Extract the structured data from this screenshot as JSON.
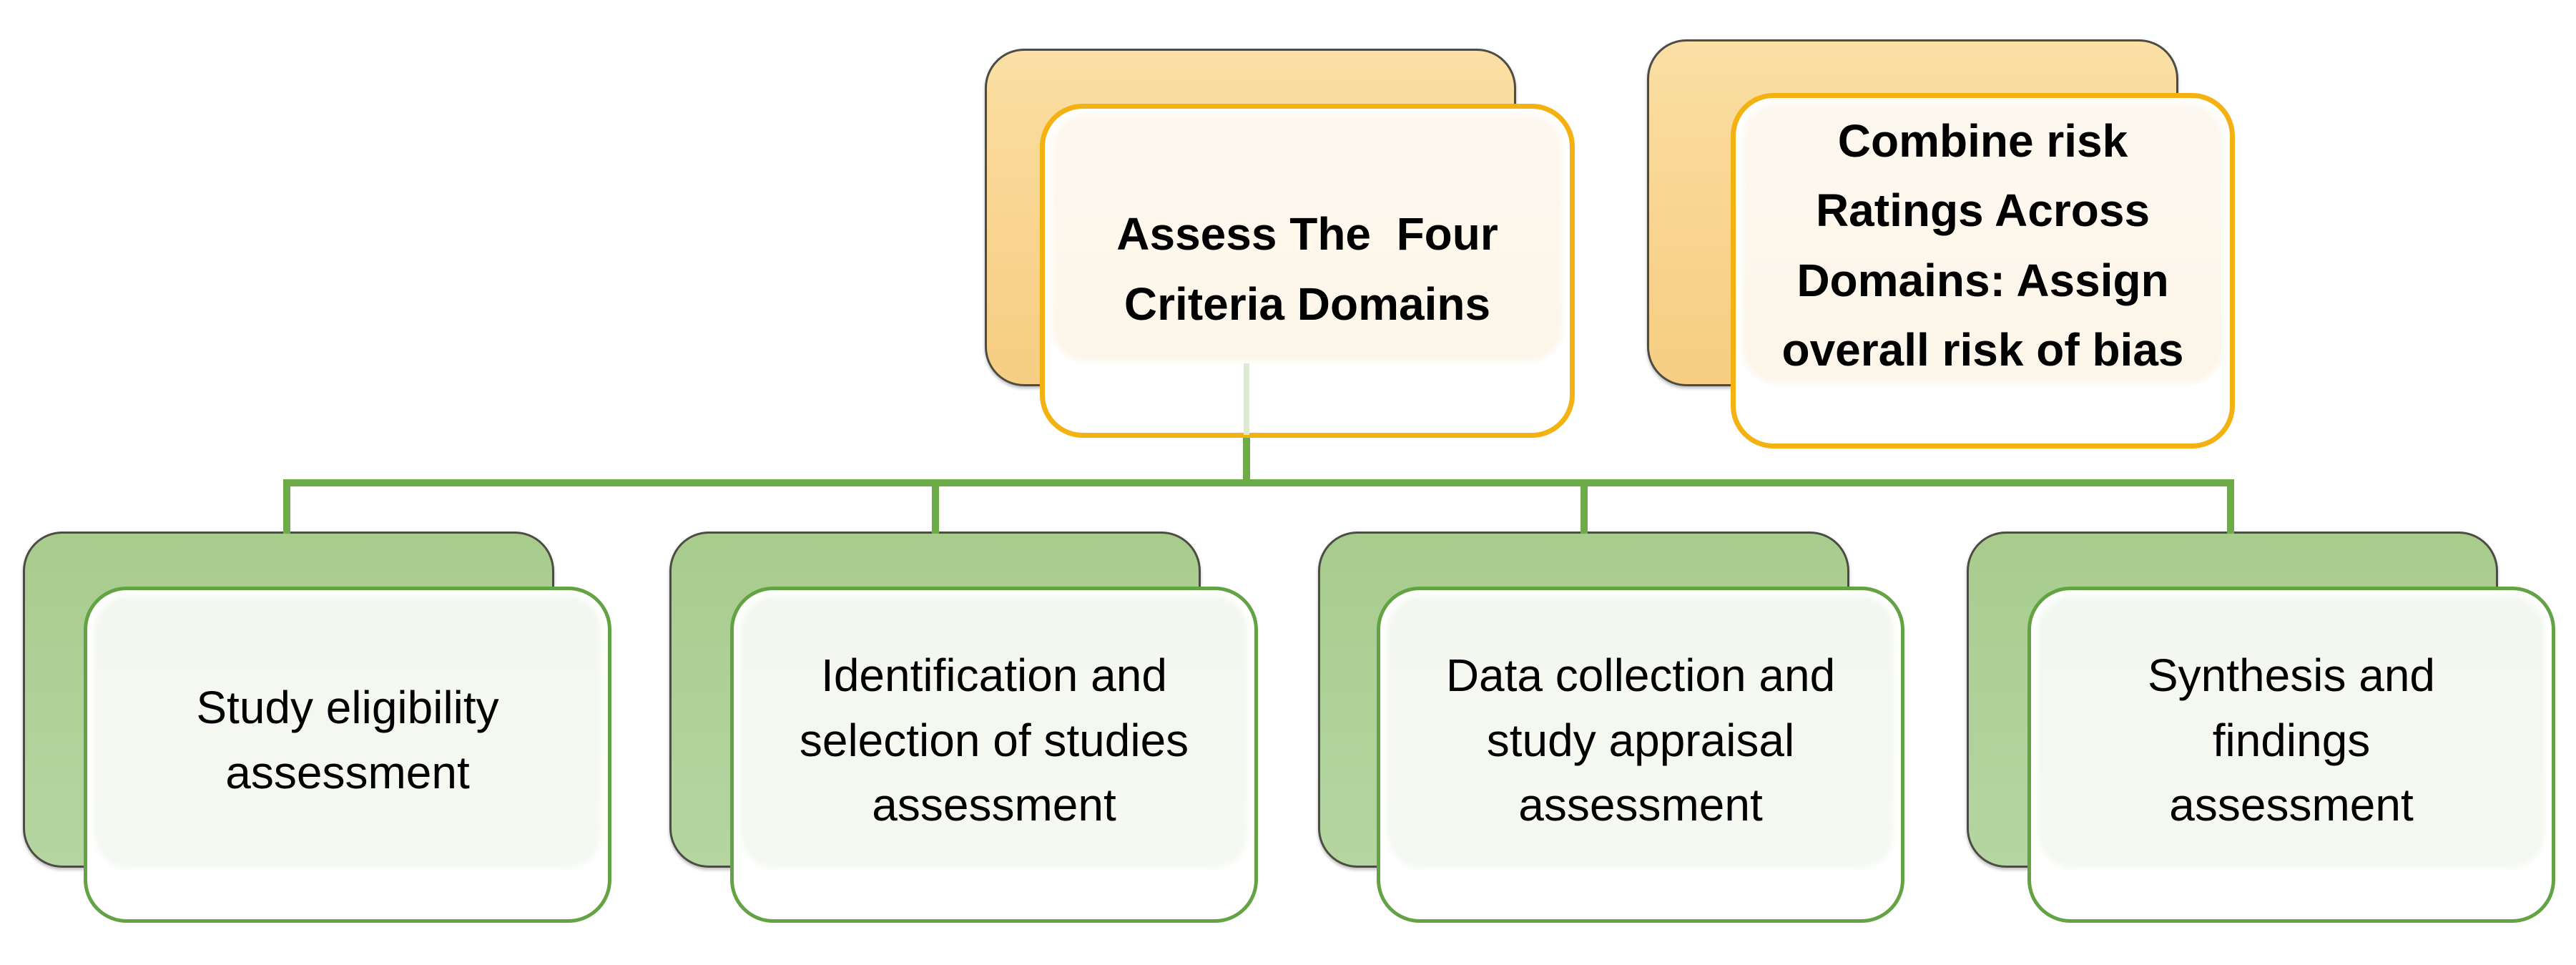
{
  "diagram": {
    "type": "flowchart",
    "background": "#ffffff",
    "palette": {
      "orange_card_fill_top": "#fbdfa5",
      "orange_card_fill_bottom": "#f6cd83",
      "orange_card_border": "#f3b211",
      "green_card_fill_top": "#a8cc8c",
      "green_card_fill_bottom": "#b5d5a1",
      "green_card_border": "#63a344",
      "connector_green": "#6dab49",
      "back_card_outline": "#4c4c44",
      "front_card_cream_fill": "#fdf8ef",
      "front_card_lightgreen_fill": "#f3f7f0",
      "text_color": "#000000"
    }
  },
  "flow": {
    "top_nodes": [
      {
        "id": "assess-domains",
        "label": "Assess The  Four\nCriteria Domains"
      },
      {
        "id": "combine-ratings",
        "label": "Combine risk\nRatings Across\nDomains: Assign\noverall risk of bias"
      }
    ],
    "child_nodes": [
      {
        "id": "study-eligibility",
        "label": "Study eligibility\nassessment"
      },
      {
        "id": "identification-selection",
        "label": "Identification and\nselection of studies\nassessment"
      },
      {
        "id": "data-collection-appraisal",
        "label": "Data collection and\nstudy appraisal\nassessment"
      },
      {
        "id": "synthesis-findings",
        "label": "Synthesis and\nfindings\nassessment"
      }
    ],
    "edges": [
      {
        "from": "assess-domains",
        "to": "study-eligibility"
      },
      {
        "from": "assess-domains",
        "to": "identification-selection"
      },
      {
        "from": "assess-domains",
        "to": "data-collection-appraisal"
      },
      {
        "from": "assess-domains",
        "to": "synthesis-findings"
      }
    ]
  }
}
